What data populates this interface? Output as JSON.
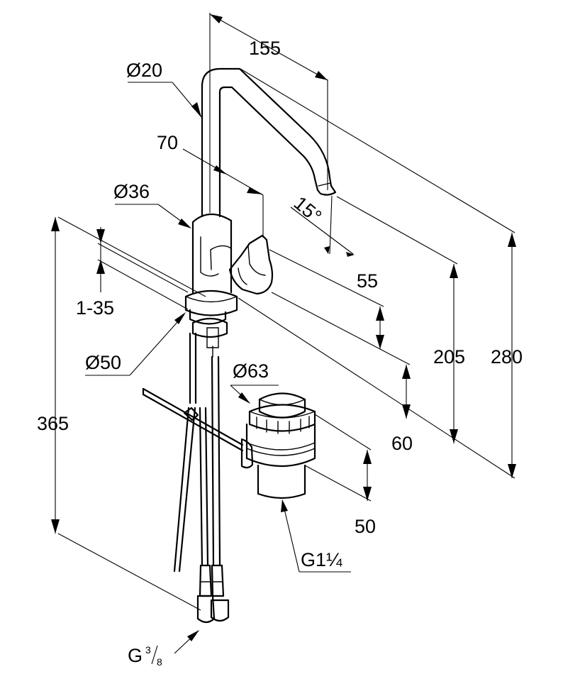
{
  "dimensions": {
    "spout_reach": "155",
    "spout_diameter": "Ø20",
    "lever_offset": "70",
    "body_diameter": "Ø36",
    "spout_angle_value": "15",
    "spout_angle_unit": "°",
    "lever_height": "55",
    "deck_thickness": "1-35",
    "spout_height": "205",
    "total_height": "280",
    "base_diameter": "Ø50",
    "waste_diameter": "Ø63",
    "overall_height": "365",
    "body_height": "60",
    "waste_height": "50",
    "waste_thread_main": "G1",
    "waste_thread_fraction": "¼",
    "hose_thread_main": "G",
    "hose_thread_num": "3",
    "hose_thread_den": "8"
  }
}
